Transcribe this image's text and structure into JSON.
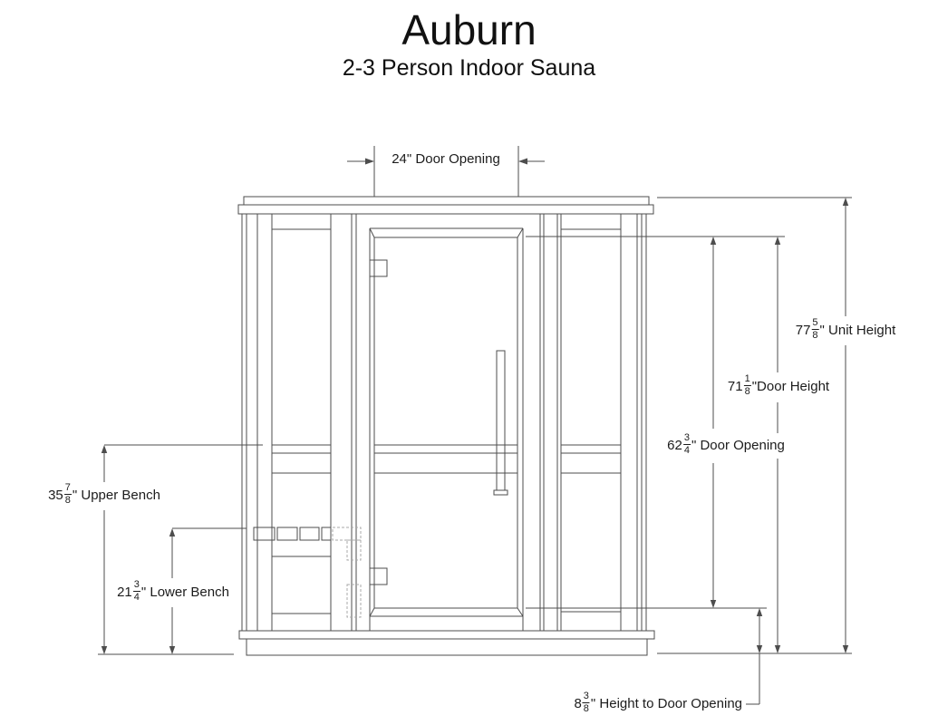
{
  "title": "Auburn",
  "subtitle": "2-3 Person Indoor Sauna",
  "colors": {
    "line": "#4d4d4d",
    "hidden_line": "#a8a8a8",
    "text": "#1c1c1c",
    "background": "#ffffff"
  },
  "dims": {
    "door_opening_width": {
      "whole": "24",
      "suffix": "\"",
      "label": " Door Opening"
    },
    "unit_height": {
      "whole": "77",
      "num": "5",
      "den": "8",
      "suffix": "\"",
      "label": " Unit Height"
    },
    "door_height": {
      "whole": "71",
      "num": "1",
      "den": "8",
      "suffix": "\"",
      "label": "Door Height"
    },
    "door_opening_height": {
      "whole": "62",
      "num": "3",
      "den": "4",
      "suffix": "\"",
      "label": " Door Opening"
    },
    "upper_bench": {
      "whole": "35",
      "num": "7",
      "den": "8",
      "suffix": "\"",
      "label": " Upper Bench"
    },
    "lower_bench": {
      "whole": "21",
      "num": "3",
      "den": "4",
      "suffix": "\"",
      "label": " Lower Bench"
    },
    "height_to_door_opening": {
      "whole": "8",
      "num": "3",
      "den": "8",
      "suffix": "\"",
      "label": " Height to Door Opening"
    }
  }
}
